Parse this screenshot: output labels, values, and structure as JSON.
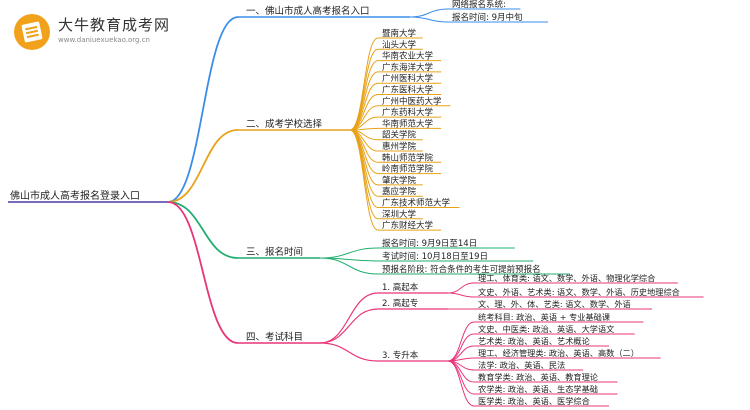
{
  "logo": {
    "title": "大牛教育成考网",
    "url": "www.daniuexuekao.org.cn"
  },
  "root": "佛山市成人高考报名登录入口",
  "colors": {
    "b1": "#3a8de8",
    "b2": "#e8a21a",
    "b3": "#1fae6e",
    "b4": "#e8357a",
    "trunk": "#7b6ab8"
  },
  "branches": [
    {
      "label": "一、佛山市成人高考报名入口",
      "children": [
        "网络报名系统:",
        "报名时间: 9月中旬"
      ]
    },
    {
      "label": "二、成考学校选择",
      "children": [
        "暨南大学",
        "汕头大学",
        "华南农业大学",
        "广东海洋大学",
        "广州医科大学",
        "广东医科大学",
        "广州中医药大学",
        "广东药科大学",
        "华南师范大学",
        "韶关学院",
        "惠州学院",
        "韩山师范学院",
        "岭南师范学院",
        "肇庆学院",
        "嘉应学院",
        "广东技术师范大学",
        "深圳大学",
        "广东财经大学"
      ]
    },
    {
      "label": "三、报名时间",
      "children": [
        "报名时间: 9月9日至14日",
        "考试时间: 10月18日至19日",
        "预报名阶段: 符合条件的考生可提前预报名"
      ]
    },
    {
      "label": "四、考试科目",
      "groups": [
        {
          "label": "1. 高起本",
          "children": [
            "理工、体育类: 语文、数学、外语、物理化学综合",
            "文史、外语、艺术类: 语文、数学、外语、历史地理综合"
          ]
        },
        {
          "label": "2. 高起专",
          "children": [
            "文、理、外、体、艺类: 语文、数学、外语"
          ]
        },
        {
          "label": "3. 专升本",
          "children": [
            "统考科目: 政治、英语 + 专业基础课",
            "文史、中医类: 政治、英语、大学语文",
            "艺术类: 政治、英语、艺术概论",
            "理工、经济管理类: 政治、英语、高数（二）",
            "法学: 政治、英语、民法",
            "教育学类: 政治、英语、教育理论",
            "农学类: 政治、英语、生态学基础",
            "医学类: 政治、英语、医学综合"
          ]
        }
      ]
    }
  ]
}
